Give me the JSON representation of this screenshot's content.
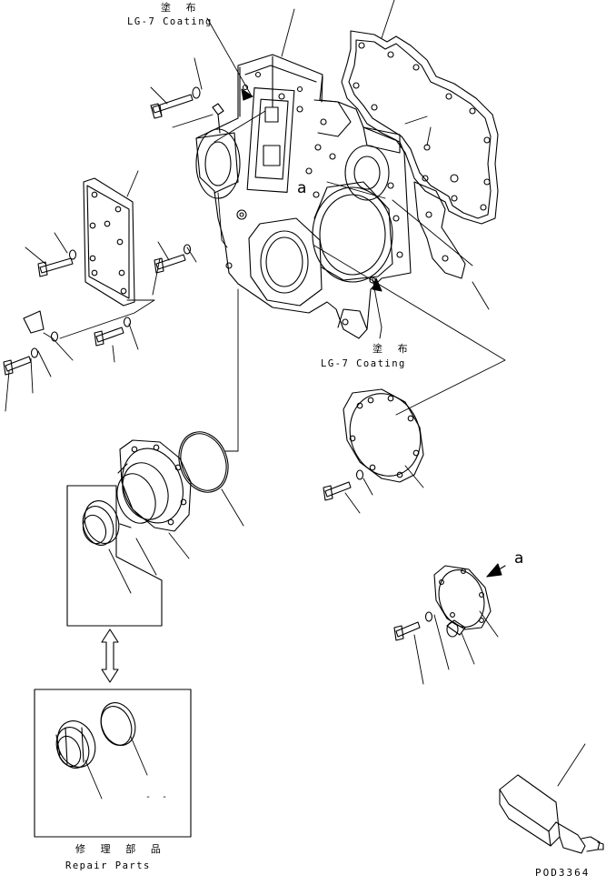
{
  "annotations": {
    "coating_top_ja": "塗 布",
    "coating_top_en": "LG-7 Coating",
    "coating_mid_ja": "塗 布",
    "coating_mid_en": "LG-7 Coating",
    "view_mark_main": "a",
    "view_mark_cover": "a",
    "repair_ja": "修 理 部 品",
    "repair_en": "Repair Parts",
    "repair_dash": "- -"
  },
  "drawing_id": "POD3364"
}
